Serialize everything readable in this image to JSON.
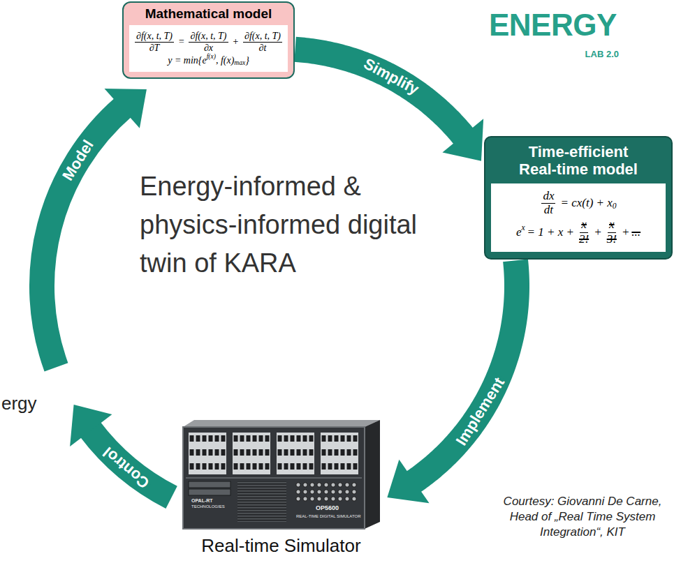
{
  "diagram": {
    "nodes": [
      {
        "text": [
          "Mathematical model",
          "∂f(x, t, T)",
          "∂T",
          "=",
          "∂f(x, t, T)",
          "∂x",
          "+",
          "∂f(x, t, T)",
          "∂t",
          "y = min{e",
          "f(x)",
          ", f(x)",
          "max",
          "}"
        ]
      },
      {
        "text": [
          "Time-efficient Real-time model",
          "dx",
          "dt",
          "= cx(t) + x",
          "0",
          "e",
          "x",
          "= 1 + x +",
          "x",
          "2!",
          "+",
          "x",
          "3!",
          "+",
          "..."
        ]
      },
      {
        "text": [
          "Real-time Simulator"
        ]
      }
    ],
    "edges": [
      {
        "from": 0,
        "to": 1,
        "arrow": "to",
        "label": "Simplify"
      },
      {
        "from": 1,
        "to": 2,
        "arrow": "to",
        "label": "Implement"
      }
    ],
    "labels": [
      "Model",
      "Control",
      "Energy-informed & physics-informed digital twin of KARA",
      "ENERGY",
      "LAB 2.0",
      "ergy",
      "OPAL-RT",
      "TECHNOLOGIES",
      "OP5600",
      "REAL-TIME DIGITAL SIMULATOR",
      "Courtesy: Giovanni De Carne, Head of „Real Time System Integration“, KIT"
    ]
  }
}
